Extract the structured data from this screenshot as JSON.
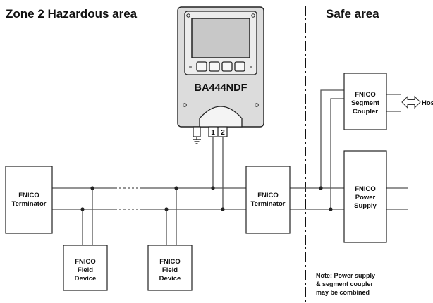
{
  "headings": {
    "hazardous": "Zone 2 Hazardous area",
    "safe": "Safe area"
  },
  "instrument": {
    "model": "BA444NDF",
    "terminal_1": "1",
    "terminal_2": "2",
    "button_count": 4
  },
  "terminator_left": {
    "line1": "FNICO",
    "line2": "Terminator"
  },
  "terminator_mid": {
    "line1": "FNICO",
    "line2": "Terminator"
  },
  "field_device_1": {
    "line1": "FNICO",
    "line2": "Field",
    "line3": "Device"
  },
  "field_device_2": {
    "line1": "FNICO",
    "line2": "Field",
    "line3": "Device"
  },
  "segment_coupler": {
    "line1": "FNICO",
    "line2": "Segment",
    "line3": "Coupler"
  },
  "power_supply": {
    "line1": "FNICO",
    "line2": "Power",
    "line3": "Supply"
  },
  "host": {
    "label": "Host"
  },
  "note": {
    "line1": "Note: Power supply",
    "line2": "& segment coupler",
    "line3": "may be combined"
  },
  "colors": {
    "instrument_body": "#dcdcdc",
    "instrument_panel": "#ececec",
    "screen": "#c8c8c8",
    "wire": "#555555",
    "outline": "#222222"
  }
}
